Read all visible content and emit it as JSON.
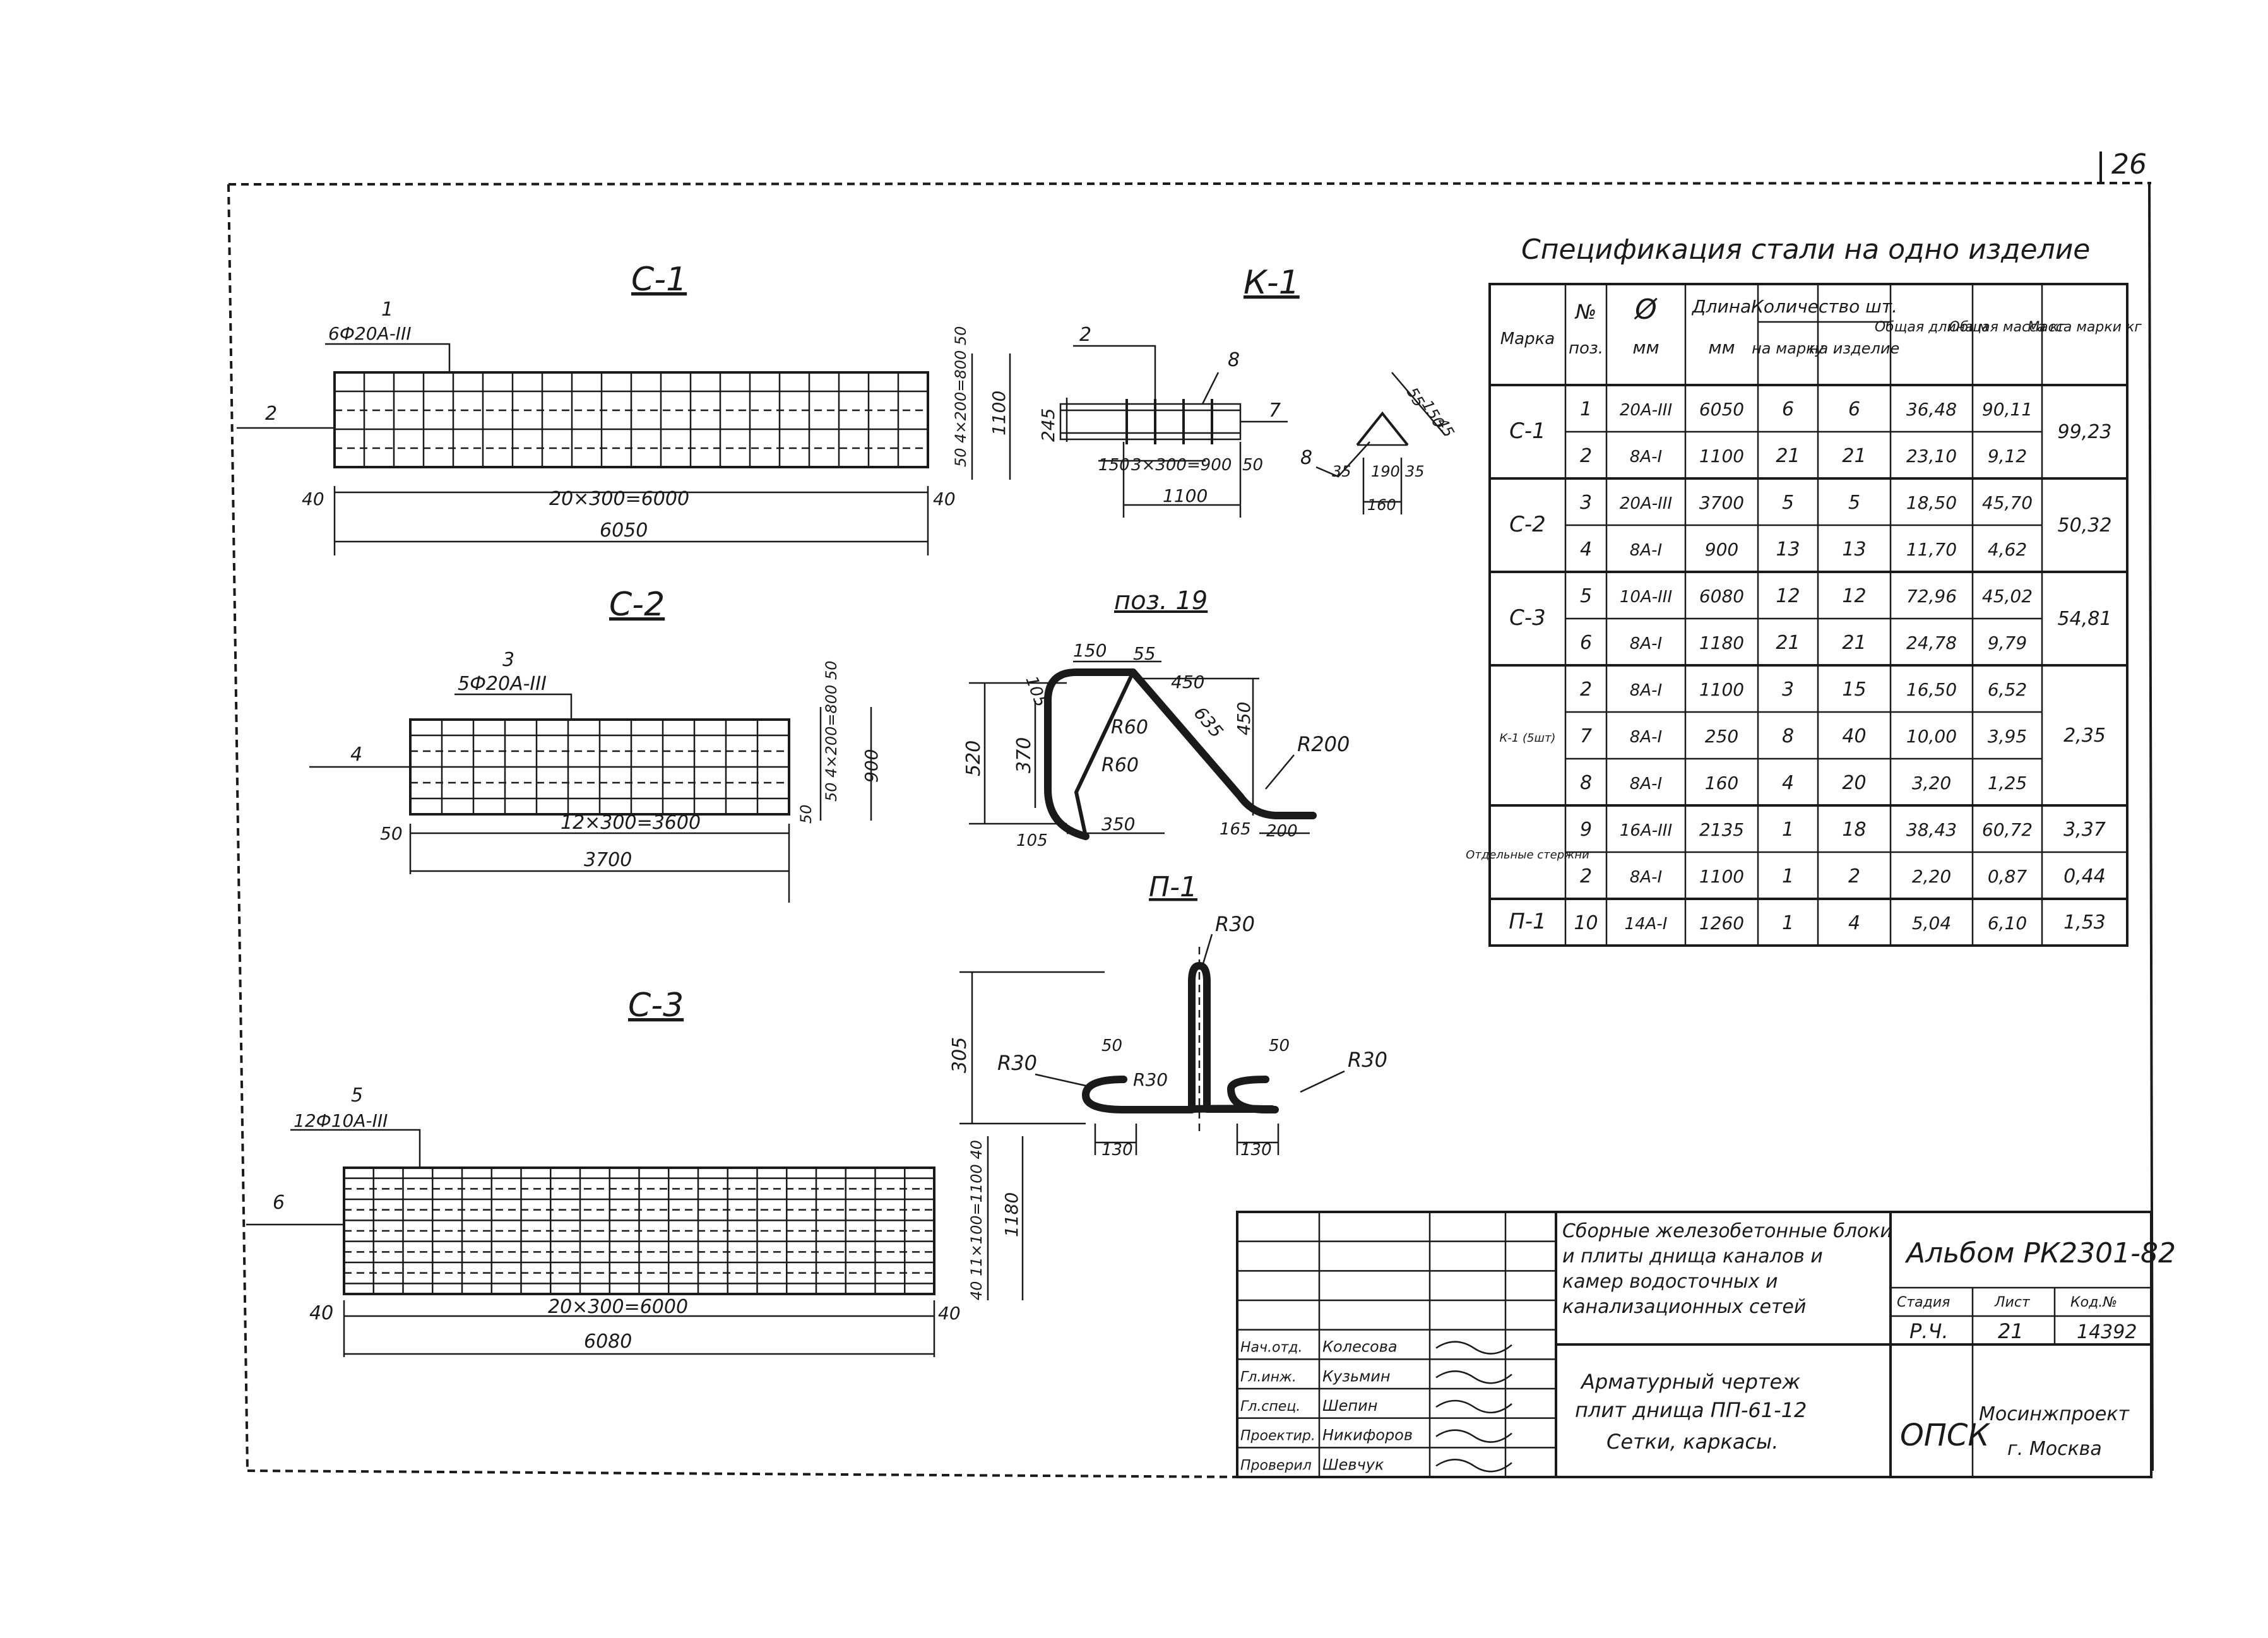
{
  "page_number": "26",
  "drawings": {
    "c1": {
      "title": "С-1",
      "callout_pos": "1",
      "callout_spec": "6Ф20А-III",
      "side_pos": "2",
      "dim_chain": "20×300=6000",
      "dim_left": "40",
      "dim_right": "40",
      "dim_total": "6050",
      "dim_vert": "50 4×200=800 50",
      "dim_height": "1100"
    },
    "c2": {
      "title": "С-2",
      "callout_pos": "3",
      "callout_spec": "5Ф20А-III",
      "side_pos": "4",
      "dim_chain": "12×300=3600",
      "dim_left": "50",
      "dim_right": "50",
      "dim_total": "3700",
      "dim_vert": "50 4×200=800 50",
      "dim_height": "900"
    },
    "c3": {
      "title": "С-3",
      "callout_pos": "5",
      "callout_spec": "12Ф10А-III",
      "side_pos": "6",
      "dim_chain": "20×300=6000",
      "dim_left": "40",
      "dim_right": "40",
      "dim_total": "6080",
      "dim_vert": "40 11×100=1100 40",
      "dim_height": "1180"
    },
    "k1": {
      "title": "К-1",
      "pos_2": "2",
      "pos_8": "8",
      "pos_7": "7",
      "pos_8b": "8",
      "dim_h": "245",
      "dim_150": "150",
      "dim_chain": "3×300=900",
      "dim_50": "50",
      "dim_total": "1100",
      "dim_35a": "35",
      "dim_190": "190",
      "dim_35b": "35",
      "dim_160": "160",
      "dim_slope_a": "55",
      "dim_slope_b": "150",
      "dim_slope_c": "45"
    },
    "pos19": {
      "title": "поз. 19",
      "d105a": "105",
      "d150": "150",
      "d55": "55",
      "d450a": "450",
      "r60a": "R60",
      "d635": "635",
      "d450b": "450",
      "r200": "R200",
      "d520": "520",
      "d370": "370",
      "r60b": "R60",
      "d105b": "105",
      "d350": "350",
      "d165": "165",
      "d200": "200"
    },
    "p1": {
      "title": "П-1",
      "r30_top": "R30",
      "d305": "305",
      "r30_left": "R30",
      "d50_left": "50",
      "r30_mid": "R30",
      "d50_right": "50",
      "r30_right": "R30",
      "d130_left": "130",
      "d130_right": "130"
    }
  },
  "spec": {
    "title": "Спецификация стали на одно изделие",
    "headers": {
      "marka": "Марка",
      "no": "№",
      "no_sub": "поз.",
      "diam": "Ø",
      "diam_sub": "мм",
      "length": "Длина",
      "length_sub": "мм",
      "qty": "Количество шт.",
      "qty_mark": "на марку",
      "qty_item": "на изделие",
      "total_len": "Общая длина м",
      "total_mass": "Общая масса кг",
      "mark_mass": "Масса марки кг"
    },
    "groups": [
      {
        "marka": "С-1",
        "mass": "99,23",
        "rows": [
          {
            "pos": "1",
            "diam": "20А-III",
            "len": "6050",
            "qm": "6",
            "qi": "6",
            "tl": "36,48",
            "tm": "90,11"
          },
          {
            "pos": "2",
            "diam": "8А-I",
            "len": "1100",
            "qm": "21",
            "qi": "21",
            "tl": "23,10",
            "tm": "9,12"
          }
        ]
      },
      {
        "marka": "С-2",
        "mass": "50,32",
        "rows": [
          {
            "pos": "3",
            "diam": "20А-III",
            "len": "3700",
            "qm": "5",
            "qi": "5",
            "tl": "18,50",
            "tm": "45,70"
          },
          {
            "pos": "4",
            "diam": "8А-I",
            "len": "900",
            "qm": "13",
            "qi": "13",
            "tl": "11,70",
            "tm": "4,62"
          }
        ]
      },
      {
        "marka": "С-3",
        "mass": "54,81",
        "rows": [
          {
            "pos": "5",
            "diam": "10А-III",
            "len": "6080",
            "qm": "12",
            "qi": "12",
            "tl": "72,96",
            "tm": "45,02"
          },
          {
            "pos": "6",
            "diam": "8А-I",
            "len": "1180",
            "qm": "21",
            "qi": "21",
            "tl": "24,78",
            "tm": "9,79"
          }
        ]
      },
      {
        "marka": "К-1 (5шт)",
        "mass": "2,35",
        "rows": [
          {
            "pos": "2",
            "diam": "8А-I",
            "len": "1100",
            "qm": "3",
            "qi": "15",
            "tl": "16,50",
            "tm": "6,52"
          },
          {
            "pos": "7",
            "diam": "8А-I",
            "len": "250",
            "qm": "8",
            "qi": "40",
            "tl": "10,00",
            "tm": "3,95"
          },
          {
            "pos": "8",
            "diam": "8А-I",
            "len": "160",
            "qm": "4",
            "qi": "20",
            "tl": "3,20",
            "tm": "1,25"
          }
        ]
      },
      {
        "marka": "Отдельные стержни",
        "mass": "",
        "rows": [
          {
            "pos": "9",
            "diam": "16А-III",
            "len": "2135",
            "qm": "1",
            "qi": "18",
            "tl": "38,43",
            "tm": "60,72",
            "mm": "3,37"
          },
          {
            "pos": "2",
            "diam": "8А-I",
            "len": "1100",
            "qm": "1",
            "qi": "2",
            "tl": "2,20",
            "tm": "0,87",
            "mm": "0,44"
          }
        ]
      },
      {
        "marka": "П-1",
        "mass": "1,53",
        "rows": [
          {
            "pos": "10",
            "diam": "14А-I",
            "len": "1260",
            "qm": "1",
            "qi": "4",
            "tl": "5,04",
            "tm": "6,10"
          }
        ]
      }
    ]
  },
  "title_block": {
    "description_lines": [
      "Сборные железобетонные блоки",
      "и плиты днища каналов и",
      "камер водосточных и",
      "канализационных сетей"
    ],
    "album": "Альбом РК2301-82",
    "stage_label": "Стадия",
    "sheet_label": "Лист",
    "code_label": "Код.№",
    "stage": "Р.Ч.",
    "sheet": "21",
    "code": "14392",
    "drawing_lines": [
      "Арматурный чертеж",
      "плит днища ПП-61-12",
      "Сетки, каркасы."
    ],
    "org": "ОПСК",
    "org2": "Мосинжпроект",
    "city": "г. Москва",
    "signers": [
      {
        "role": "Нач.отд.",
        "name": "Колесова"
      },
      {
        "role": "Гл.инж.",
        "name": "Кузьмин"
      },
      {
        "role": "Гл.спец.",
        "name": "Шепин"
      },
      {
        "role": "Проектир.",
        "name": "Никифоров"
      },
      {
        "role": "Проверил",
        "name": "Шевчук"
      }
    ]
  }
}
